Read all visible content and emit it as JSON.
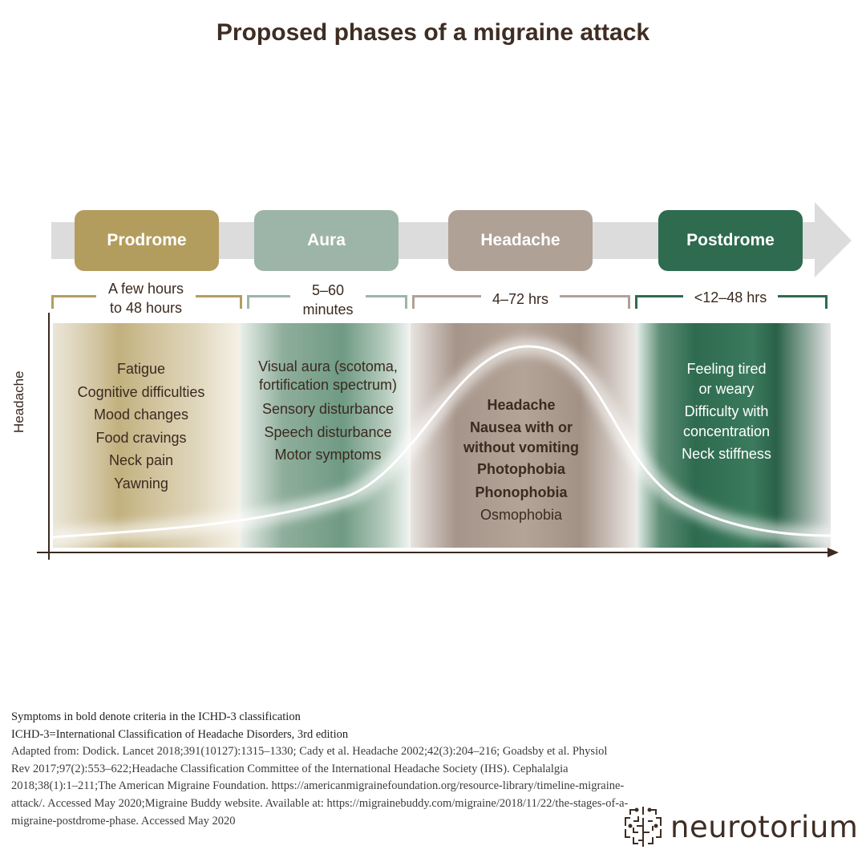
{
  "title": "Proposed phases of a migraine attack",
  "colors": {
    "prodrome": "#b39d5e",
    "aura": "#9db5a8",
    "headache": "#b0a196",
    "postdrome": "#2e6b4f",
    "text": "#3b2a20"
  },
  "phases": [
    {
      "name": "Prodrome",
      "duration": [
        "A few hours",
        "to 48 hours"
      ]
    },
    {
      "name": "Aura",
      "duration": [
        "5–60",
        "minutes"
      ]
    },
    {
      "name": "Headache",
      "duration": [
        "4–72 hrs"
      ]
    },
    {
      "name": "Postdrome",
      "duration": [
        "<12–48 hrs"
      ]
    }
  ],
  "symptoms": {
    "prodrome": [
      "Fatigue",
      "Cognitive difficulties",
      "Mood changes",
      "Food cravings",
      "Neck pain",
      "Yawning"
    ],
    "aura": [
      "Visual aura (scotoma,",
      "fortification spectrum)",
      "Sensory disturbance",
      "Speech disturbance",
      "Motor symptoms"
    ],
    "headache": {
      "bold": [
        "Headache",
        "Nausea with or",
        "without vomiting",
        "Photophobia",
        "Phonophobia"
      ],
      "regular": [
        "Osmophobia"
      ]
    },
    "postdrome": [
      "Feeling tired",
      "or weary",
      "Difficulty with",
      "concentration",
      "Neck stiffness"
    ]
  },
  "y_axis_label": "Headache",
  "footnotes": {
    "line1": "Symptoms in bold denote criteria in the ICHD-3 classification",
    "line2": "ICHD-3=International Classification of Headache Disorders, 3rd edition",
    "adapted": "Adapted from: Dodick. Lancet 2018;391(10127):1315–1330; Cady et al. Headache 2002;42(3):204–216; Goadsby et al. Physiol Rev 2017;97(2):553–622;Headache Classification Committee of the International Headache Society (IHS). Cephalalgia 2018;38(1):1–211;The American Migraine Foundation. https://americanmigrainefoundation.org/resource-library/timeline-migraine-attack/. Accessed May 2020;Migraine Buddy website. Available at: https://migrainebuddy.com/migraine/2018/11/22/the-stages-of-a-migraine-postdrome-phase. Accessed May 2020"
  },
  "brand": "neurotorium",
  "brand_icon": "brain-maze-icon"
}
